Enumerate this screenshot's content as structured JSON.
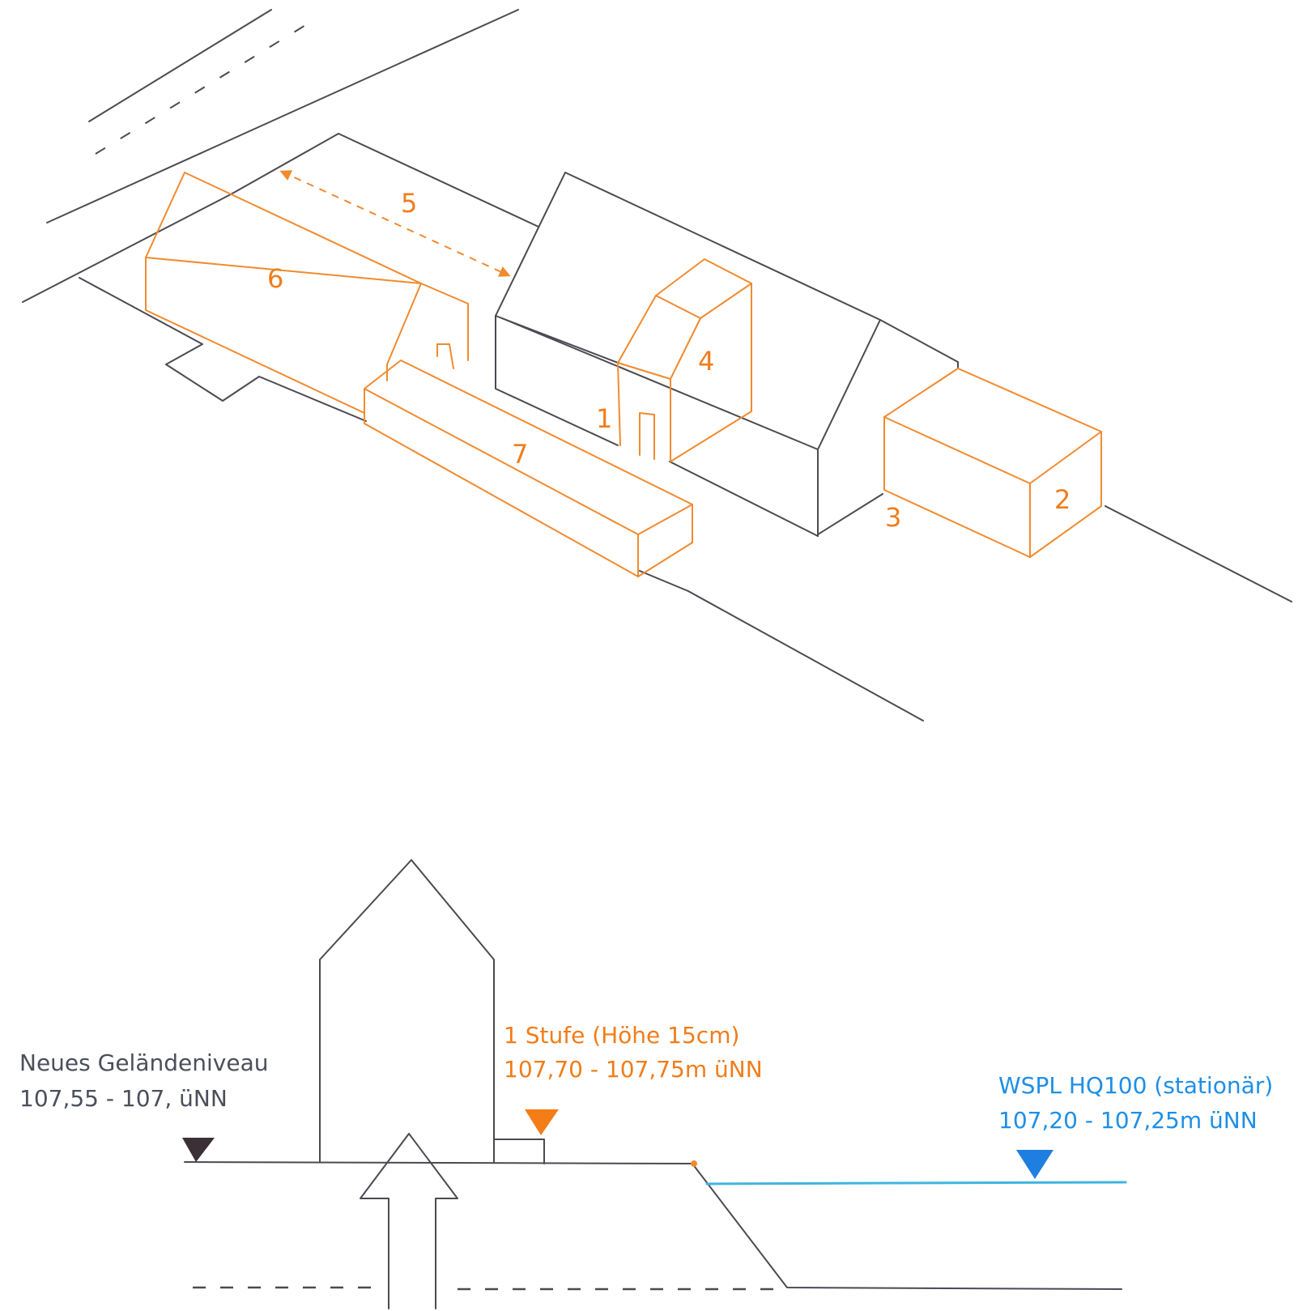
{
  "axonometry": {
    "labels": {
      "n1": "1",
      "n2": "2",
      "n3": "3",
      "n4": "4",
      "n5": "5",
      "n6": "6",
      "n7": "7"
    }
  },
  "section": {
    "ground_label": {
      "line1": "Neues Geländeniveau",
      "line2": "107,55 - 107,  üNN"
    },
    "step_label": {
      "line1": "1 Stufe (Höhe 15cm)",
      "line2": "107,70 - 107,75m üNN"
    },
    "water_label": {
      "line1": "WSPL HQ100 (stationär)",
      "line2": "107,20 - 107,25m üNN"
    }
  },
  "colors": {
    "sketch_line": "#4a4a52",
    "highlight_orange": "#f28a2e",
    "water_blue": "#3fb5e0",
    "label_grey": "#4a4f5a",
    "label_orange": "#f07d1a",
    "label_blue": "#1e8fe6"
  }
}
